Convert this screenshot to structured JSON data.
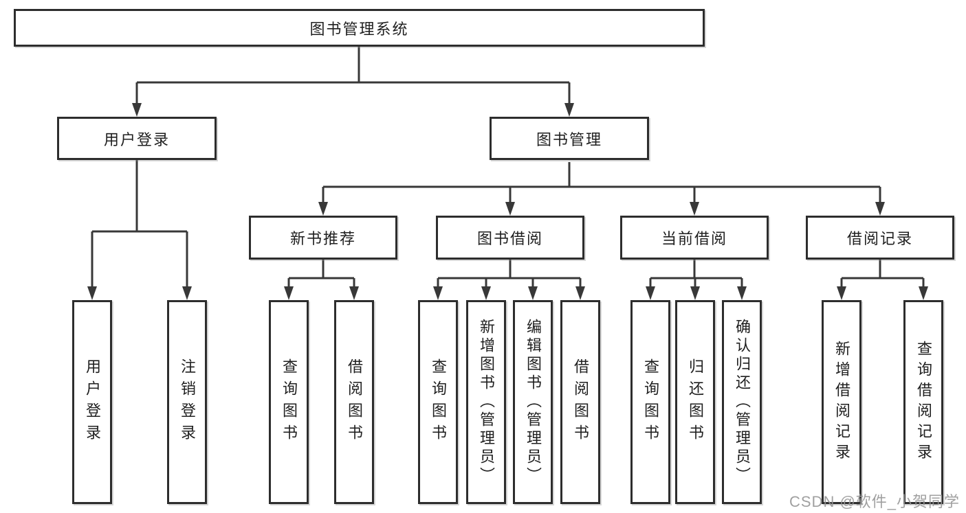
{
  "diagram": {
    "root": {
      "label": "图书管理系统"
    },
    "level2": [
      {
        "label": "用户登录",
        "children": [
          {
            "label": "用户登录"
          },
          {
            "label": "注销登录"
          }
        ]
      },
      {
        "label": "图书管理",
        "children": [
          {
            "label": "新书推荐",
            "children": [
              {
                "label": "查询图书"
              },
              {
                "label": "借阅图书"
              }
            ]
          },
          {
            "label": "图书借阅",
            "children": [
              {
                "label": "查询图书"
              },
              {
                "label": "新增图书（管理员）"
              },
              {
                "label": "编辑图书（管理员）"
              },
              {
                "label": "借阅图书"
              }
            ]
          },
          {
            "label": "当前借阅",
            "children": [
              {
                "label": "查询图书"
              },
              {
                "label": "归还图书"
              },
              {
                "label": "确认归还（管理员）"
              }
            ]
          },
          {
            "label": "借阅记录",
            "children": [
              {
                "label": "新增借阅记录"
              },
              {
                "label": "查询借阅记录"
              }
            ]
          }
        ]
      }
    ]
  },
  "watermark": {
    "text": "CSDN @软件_小贺同学"
  },
  "colors": {
    "line": "#383838",
    "border": "#2d2d2d",
    "text": "#1f1f1f",
    "watermark": "#969696"
  }
}
